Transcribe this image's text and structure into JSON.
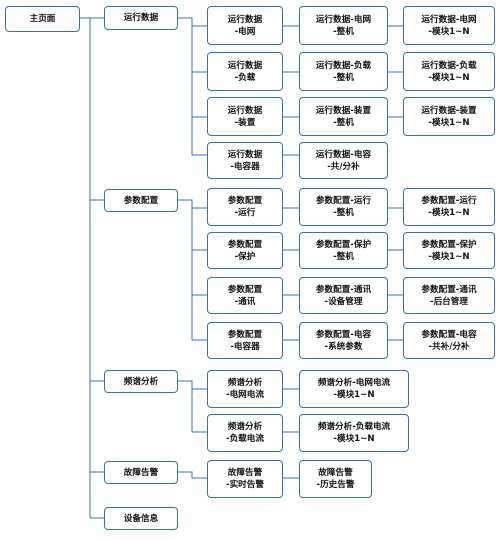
{
  "nodes": {
    "root": "主页面",
    "yx": "运行数据",
    "cs": "参数配置",
    "pp": "频谱分析",
    "gz": "故障告警",
    "sb": "设备信息",
    "yx_dw": "运行数据\n-电网",
    "yx_dw_zj": "运行数据-电网\n-整机",
    "yx_dw_mk": "运行数据-电网\n-模块1~N",
    "yx_fz": "运行数据\n-负载",
    "yx_fz_zj": "运行数据-负载\n-整机",
    "yx_fz_mk": "运行数据-负载\n-模块1~N",
    "yx_zz": "运行数据\n-装置",
    "yx_zz_zj": "运行数据-装置\n-整机",
    "yx_zz_mk": "运行数据-装置\n-模块1~N",
    "yx_drq": "运行数据\n-电容器",
    "yx_drq_gb": "运行数据-电容\n-共/分补",
    "cs_yx": "参数配置\n-运行",
    "cs_yx_zj": "参数配置-运行\n-整机",
    "cs_yx_mk": "参数配置-运行\n-模块1~N",
    "cs_bh": "参数配置\n-保护",
    "cs_bh_zj": "参数配置-保护\n-整机",
    "cs_bh_mk": "参数配置-保护\n-模块1~N",
    "cs_tx": "参数配置\n-通讯",
    "cs_tx_sb": "参数配置-通讯\n-设备管理",
    "cs_tx_ht": "参数配置-通讯\n-后台管理",
    "cs_drq": "参数配置\n-电容器",
    "cs_drq_xt": "参数配置-电容\n-系统参数",
    "cs_drq_gb": "参数配置-电容\n-共补/分补",
    "pp_dw": "频谱分析\n-电网电流",
    "pp_dw_mk": "频谱分析-电网电流\n-模块1~N",
    "pp_fz": "频谱分析\n-负载电流",
    "pp_fz_mk": "频谱分析-负载电流\n-模块1~N",
    "gz_ss": "故障告警\n-实时告警",
    "gz_ls": "故障告警\n-历史告警"
  },
  "colors": {
    "border": "#2e75b6",
    "line": "#2e75b6"
  }
}
